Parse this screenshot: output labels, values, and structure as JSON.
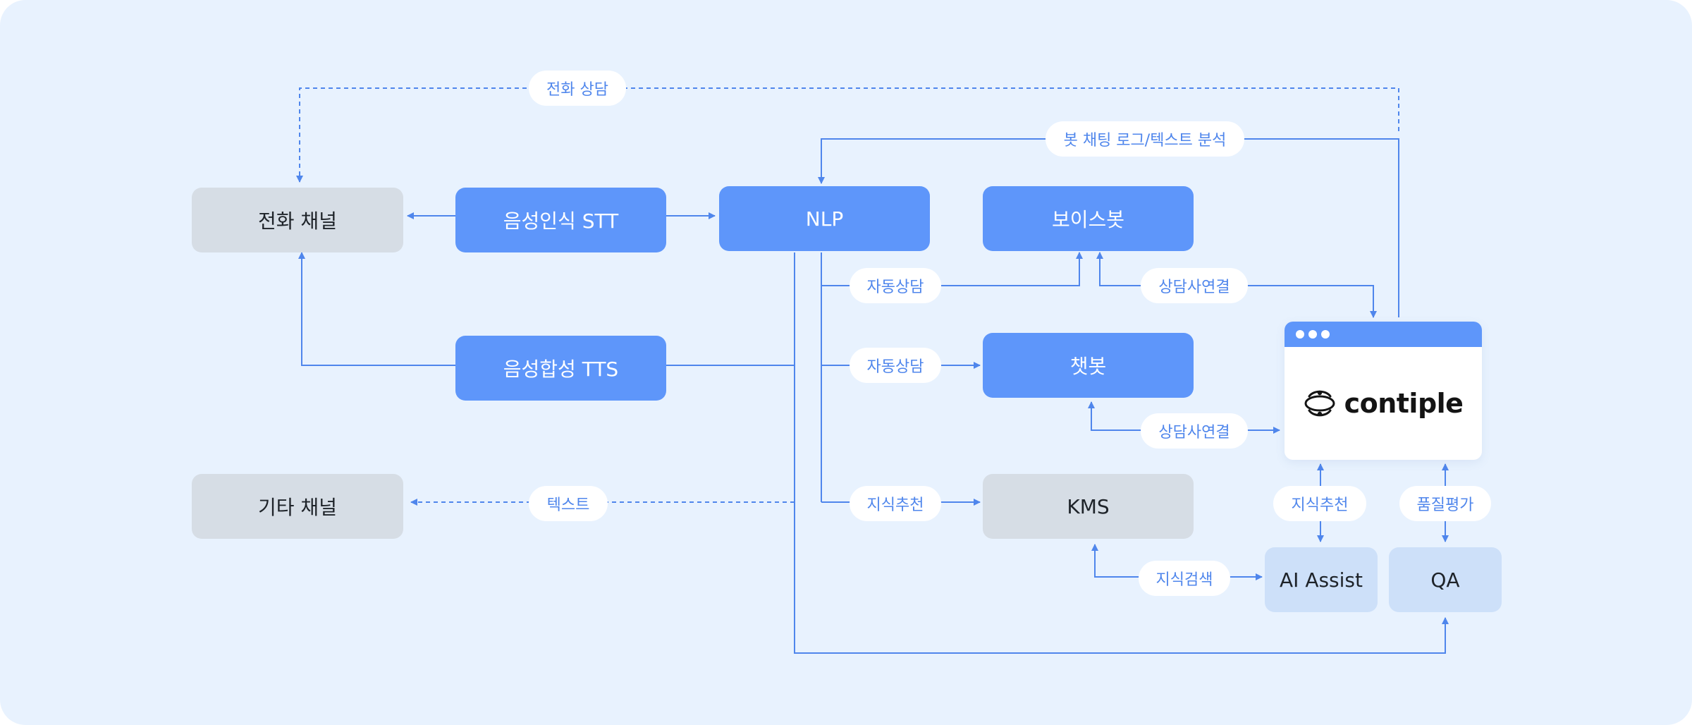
{
  "nodes": {
    "phone_channel": "전화 채널",
    "stt": "음성인식 STT",
    "nlp": "NLP",
    "voicebot": "보이스봇",
    "tts": "음성합성 TTS",
    "chatbot": "챗봇",
    "other_channel": "기타 채널",
    "kms": "KMS",
    "ai_assist": "AI Assist",
    "qa": "QA"
  },
  "labels": {
    "phone_consult": "전화 상담",
    "bot_log_analysis": "봇 채팅 로그/텍스트 분석",
    "auto_consult_voice": "자동상담",
    "agent_connect_voice": "상담사연결",
    "auto_consult_chat": "자동상담",
    "agent_connect_chat": "상담사연결",
    "text": "텍스트",
    "knowledge_rec_kms": "지식추천",
    "knowledge_rec_assist": "지식추천",
    "quality_eval": "품질평가",
    "knowledge_search": "지식검색"
  },
  "brand": {
    "name": "contiple"
  },
  "colors": {
    "background": "#e8f2fe",
    "accent": "#5e96fa",
    "line": "#4f86ec",
    "gray_node": "#d6dde5",
    "light_node": "#cde0f9"
  },
  "icons": [
    "contiple-logo-icon"
  ]
}
